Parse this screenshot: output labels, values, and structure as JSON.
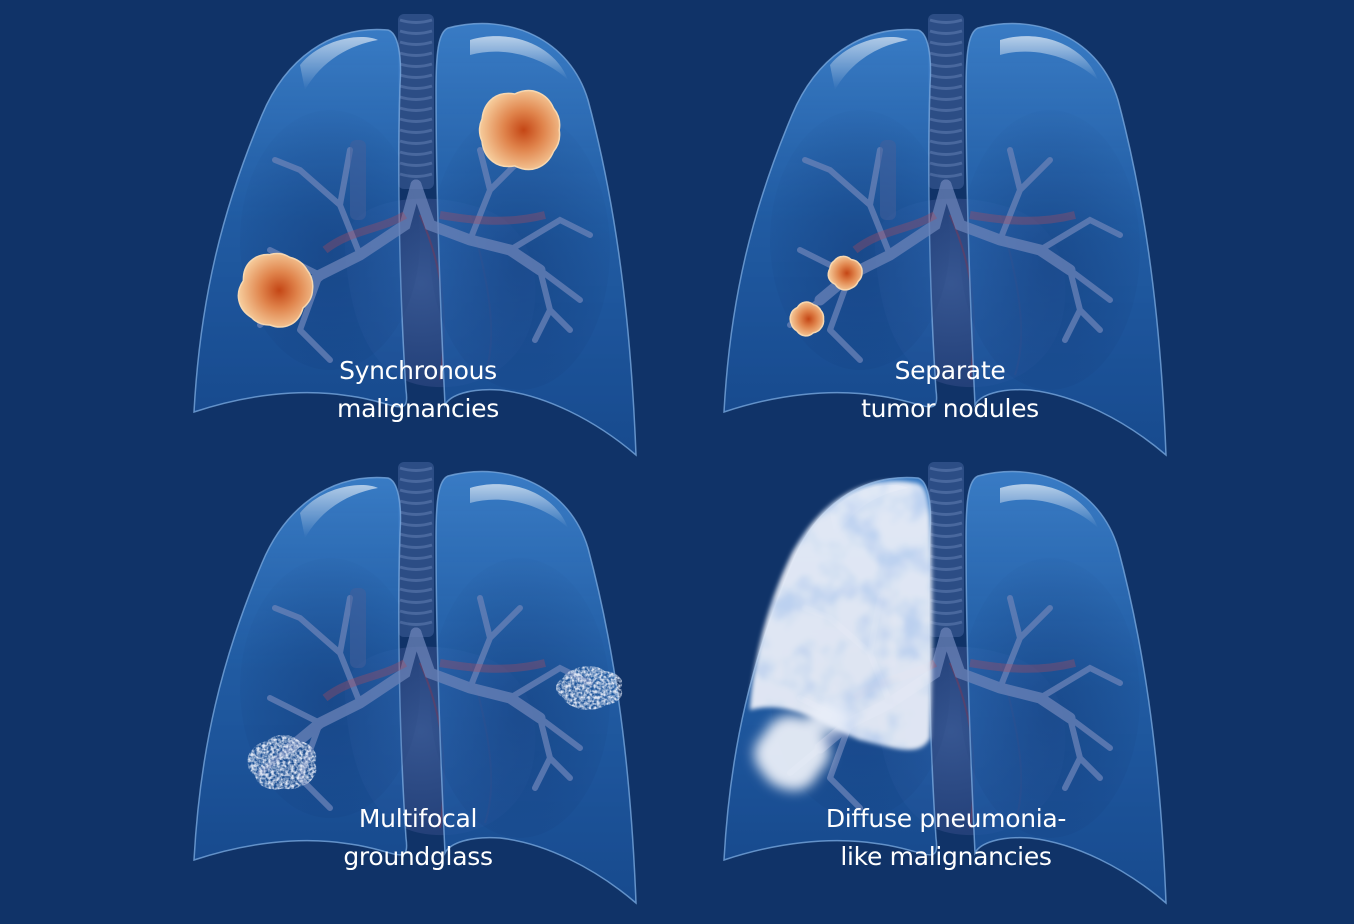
{
  "panels": [
    {
      "id": "synchronous",
      "caption_lines": [
        "Synchronous",
        "malignancies"
      ],
      "pattern": "two-large-solid-tumors"
    },
    {
      "id": "separate",
      "caption_lines": [
        "Separate",
        "tumor nodules"
      ],
      "pattern": "two-small-solid-nodules-same-lobe"
    },
    {
      "id": "multifocal",
      "caption_lines": [
        "Multifocal",
        "groundglass"
      ],
      "pattern": "two-groundglass-opacities"
    },
    {
      "id": "diffuse",
      "caption_lines": [
        "Diffuse pneumonia-",
        "like malignancies"
      ],
      "pattern": "consolidation-upper-lobe-plus-lower-patch"
    }
  ],
  "colors": {
    "background": "#103368",
    "lung_fill": "#2a6bb8",
    "lung_edge": "#7fb0e6",
    "airway": "#6b83b8",
    "heart": "#2c4a86",
    "tumor_core": "#c9521f",
    "tumor_edge": "#f3c08f",
    "groundglass": "#dfe6f4",
    "consolidation": "#e9eef8",
    "caption_text": "#ffffff"
  }
}
